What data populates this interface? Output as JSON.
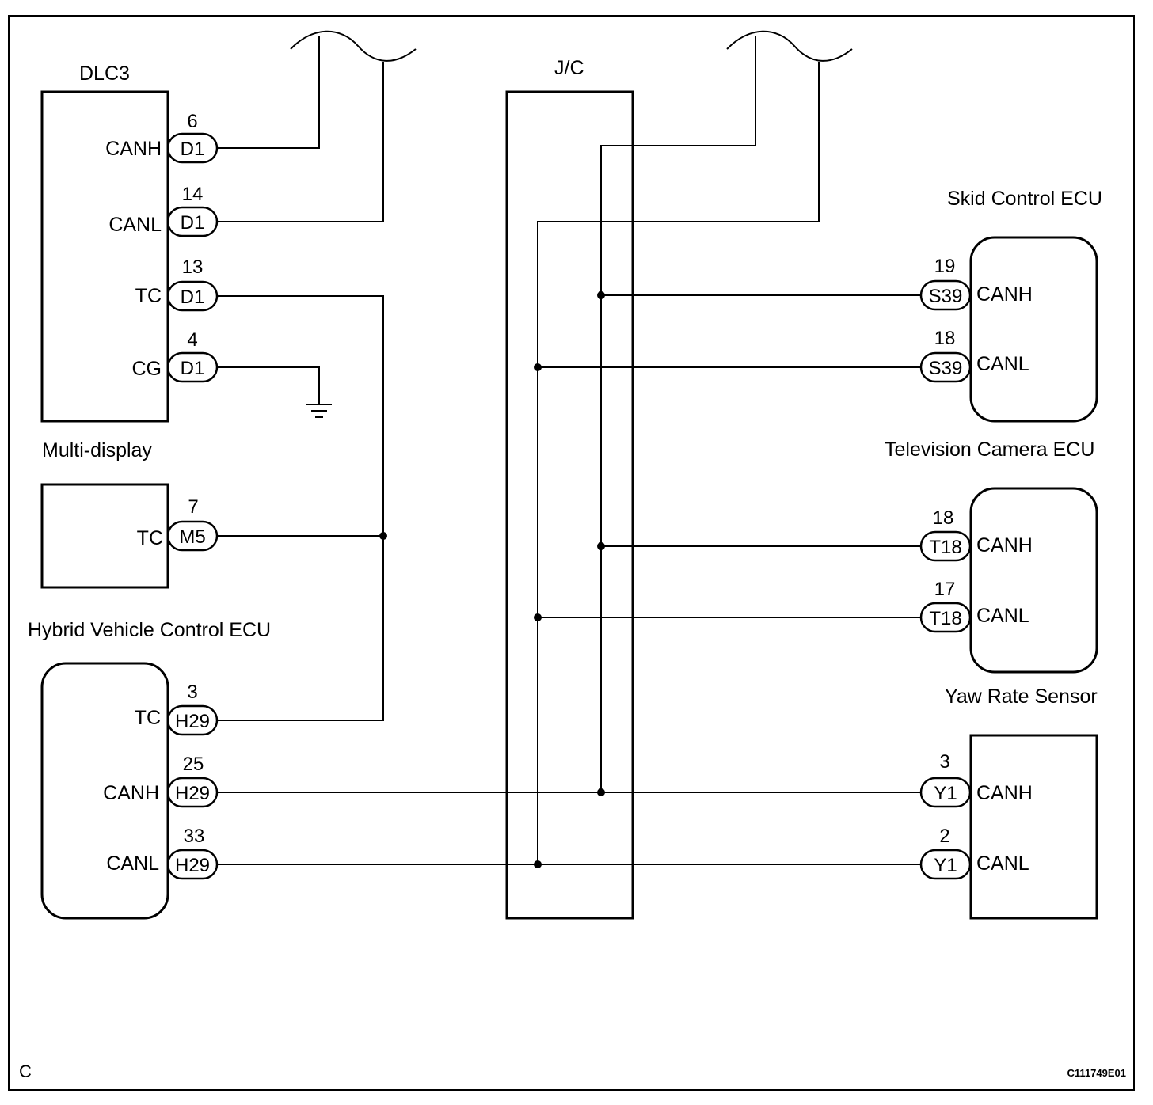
{
  "components": {
    "dlc3": {
      "title": "DLC3",
      "terminals": [
        {
          "pin": "6",
          "connector": "D1",
          "signal": "CANH"
        },
        {
          "pin": "14",
          "connector": "D1",
          "signal": "CANL"
        },
        {
          "pin": "13",
          "connector": "D1",
          "signal": "TC"
        },
        {
          "pin": "4",
          "connector": "D1",
          "signal": "CG"
        }
      ]
    },
    "multi_display": {
      "title": "Multi-display",
      "terminals": [
        {
          "pin": "7",
          "connector": "M5",
          "signal": "TC"
        }
      ]
    },
    "hv_ecu": {
      "title": "Hybrid Vehicle Control ECU",
      "terminals": [
        {
          "pin": "3",
          "connector": "H29",
          "signal": "TC"
        },
        {
          "pin": "25",
          "connector": "H29",
          "signal": "CANH"
        },
        {
          "pin": "33",
          "connector": "H29",
          "signal": "CANL"
        }
      ]
    },
    "jc": {
      "title": "J/C"
    },
    "skid_ecu": {
      "title": "Skid Control ECU",
      "terminals": [
        {
          "pin": "19",
          "connector": "S39",
          "signal": "CANH"
        },
        {
          "pin": "18",
          "connector": "S39",
          "signal": "CANL"
        }
      ]
    },
    "tv_camera_ecu": {
      "title": "Television Camera ECU",
      "terminals": [
        {
          "pin": "18",
          "connector": "T18",
          "signal": "CANH"
        },
        {
          "pin": "17",
          "connector": "T18",
          "signal": "CANL"
        }
      ]
    },
    "yaw_sensor": {
      "title": "Yaw Rate Sensor",
      "terminals": [
        {
          "pin": "3",
          "connector": "Y1",
          "signal": "CANH"
        },
        {
          "pin": "2",
          "connector": "Y1",
          "signal": "CANL"
        }
      ]
    }
  },
  "footer": {
    "corner_letter": "C",
    "figure_code": "C111749E01"
  }
}
